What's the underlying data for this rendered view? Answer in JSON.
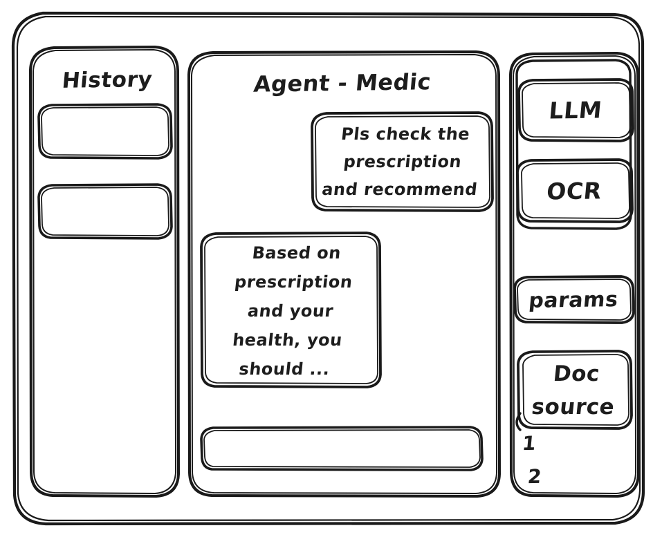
{
  "window": {
    "style": "hand-drawn-wireframe",
    "stroke_color": "#1a1a1a",
    "background_color": "#ffffff"
  },
  "sidebar": {
    "title": "History",
    "items": [
      {
        "label": "",
        "name": "history-item-1"
      },
      {
        "label": "",
        "name": "history-item-2"
      }
    ]
  },
  "main": {
    "title": "Agent - Medic",
    "messages": [
      {
        "role": "user",
        "align": "right",
        "lines": [
          "Pls check the",
          "prescription",
          "and recommend"
        ],
        "text": "Pls check the prescription and recommend"
      },
      {
        "role": "assistant",
        "align": "left",
        "lines": [
          "Based on",
          "prescription",
          "and your",
          "health, you",
          "should ..."
        ],
        "text": "Based on prescription and your health, you should ..."
      }
    ],
    "composer": {
      "value": "",
      "placeholder": ""
    }
  },
  "tools": {
    "models": [
      {
        "label": "LLM",
        "name": "tool-llm"
      },
      {
        "label": "OCR",
        "name": "tool-ocr"
      }
    ],
    "params": {
      "label": "params"
    },
    "doc_source": {
      "label_lines": [
        "Doc",
        "source"
      ],
      "label": "Doc source",
      "items": [
        {
          "label": "1"
        },
        {
          "label": "2"
        }
      ]
    }
  }
}
